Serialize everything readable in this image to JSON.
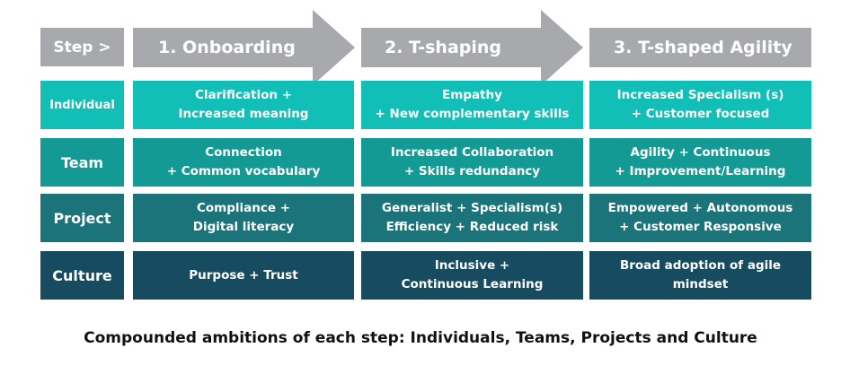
{
  "header": {
    "step_label": "Step >",
    "steps": [
      "1. Onboarding",
      "2. T-shaping",
      "3. T-shaped Agility"
    ]
  },
  "rows": [
    {
      "label": "Individual",
      "color": "#12bfb6",
      "cells": [
        [
          "Clarification  +",
          "Increased meaning"
        ],
        [
          "Empathy",
          "+  New complementary skills"
        ],
        [
          "Increased Specialism (s)",
          "+ Customer focused"
        ]
      ]
    },
    {
      "label": "Team",
      "color": "#149a94",
      "cells": [
        [
          "Connection",
          "+ Common vocabulary"
        ],
        [
          "Increased Collaboration",
          "+ Skills redundancy"
        ],
        [
          "Agility + Continuous",
          "+ Improvement/Learning"
        ]
      ]
    },
    {
      "label": "Project",
      "color": "#1a7479",
      "cells": [
        [
          "Compliance +",
          "Digital literacy"
        ],
        [
          "Generalist + Specialism(s)",
          "Efficiency + Reduced risk"
        ],
        [
          "Empowered + Autonomous",
          "+ Customer Responsive"
        ]
      ]
    },
    {
      "label": "Culture",
      "color": "#174c60",
      "cells": [
        [
          "Purpose + Trust"
        ],
        [
          "Inclusive +",
          "Continuous Learning"
        ],
        [
          "Broad adoption of agile",
          "mindset"
        ]
      ]
    }
  ],
  "colors": {
    "arrow_gray": "#a7a9ac",
    "step_box_gray": "#a7a9ac",
    "caption_text": "#111111"
  },
  "caption": "Compounded ambitions of each step: Individuals, Teams, Projects and Culture"
}
